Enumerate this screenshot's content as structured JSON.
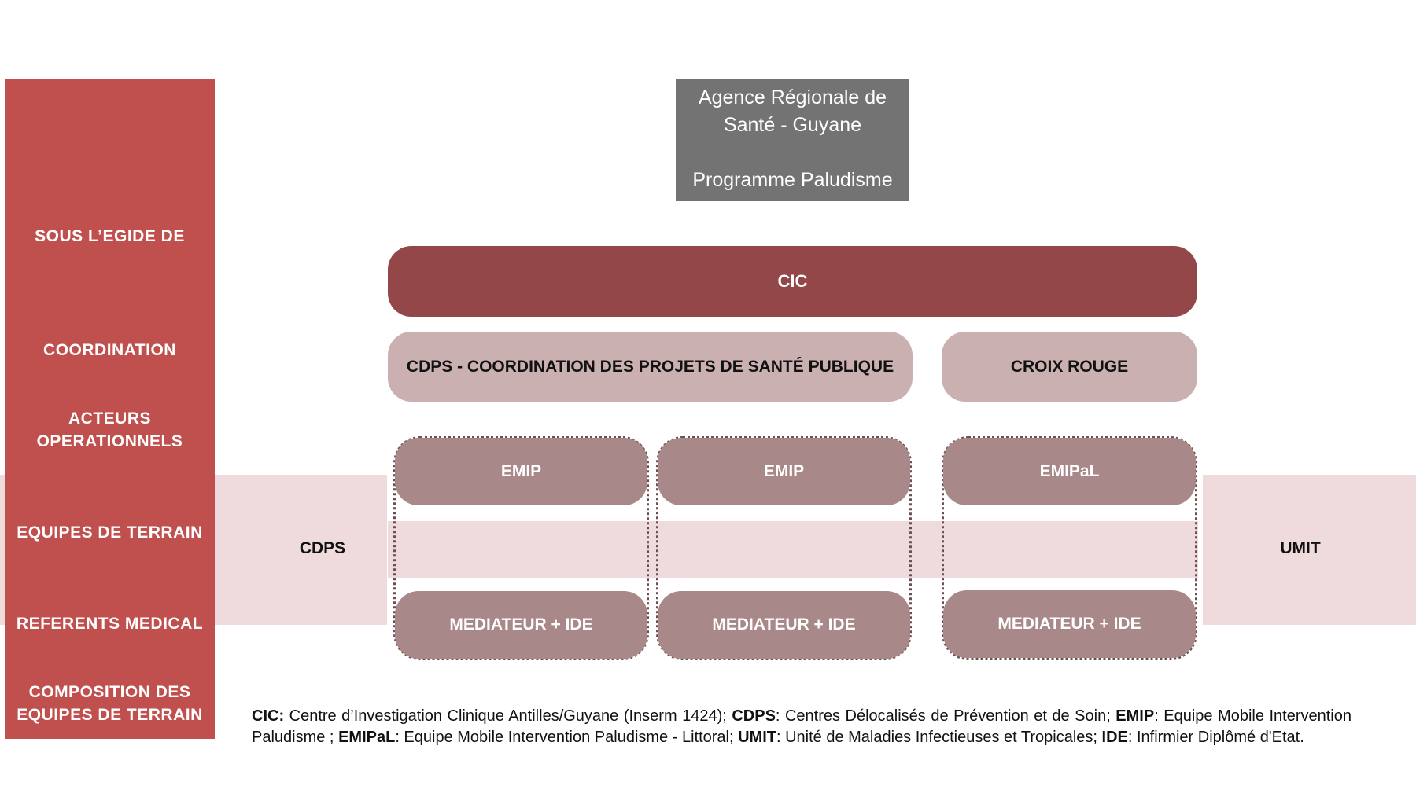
{
  "sidebar": {
    "labels": [
      {
        "line1": "SOUS L’EGIDE DE",
        "line2": ""
      },
      {
        "line1": "COORDINATION",
        "line2": ""
      },
      {
        "line1": "ACTEURS",
        "line2": "OPERATIONNELS"
      },
      {
        "line1": "EQUIPES DE TERRAIN",
        "line2": ""
      },
      {
        "line1": "REFERENTS MEDICAL",
        "line2": ""
      },
      {
        "line1": "COMPOSITION DES",
        "line2": "EQUIPES DE TERRAIN"
      }
    ]
  },
  "agency": {
    "line1": "Agence Régionale de",
    "line2": "Santé - Guyane",
    "line3": "Programme Paludisme"
  },
  "coordination": {
    "label": "CIC"
  },
  "actors": {
    "cdps": "CDPS - COORDINATION DES PROJETS DE SANTÉ PUBLIQUE",
    "croix_rouge": "CROIX ROUGE"
  },
  "teams": [
    "EMIP",
    "EMIP",
    "EMIPaL"
  ],
  "compositions": [
    "MEDIATEUR + IDE",
    "MEDIATEUR + IDE",
    "MEDIATEUR + IDE"
  ],
  "referents": {
    "left": "CDPS",
    "right": "UMIT"
  },
  "legend": {
    "parts": [
      {
        "abbr": "CIC:",
        "text": " Centre d’Investigation Clinique Antilles/Guyane (Inserm 1424); "
      },
      {
        "abbr": "CDPS",
        "text": ": Centres Délocalisés de Prévention et de Soin; "
      },
      {
        "abbr": "EMIP",
        "text": ": Equipe Mobile Intervention Paludisme ; "
      },
      {
        "abbr": "EMIPaL",
        "text": ": Equipe Mobile Intervention Paludisme - Littoral; "
      },
      {
        "abbr": "UMIT",
        "text": ": Unité de Maladies Infectieuses et Tropicales; "
      },
      {
        "abbr": "IDE",
        "text": ": Infirmier Diplômé d'Etat."
      }
    ]
  },
  "colors": {
    "sidebar": "#c0504d",
    "agency": "#737373",
    "cic": "#934749",
    "actors": "#cbb0b1",
    "teams": "#a88888",
    "band": "#efdbdc",
    "dotted_border": "#6b4f52"
  }
}
